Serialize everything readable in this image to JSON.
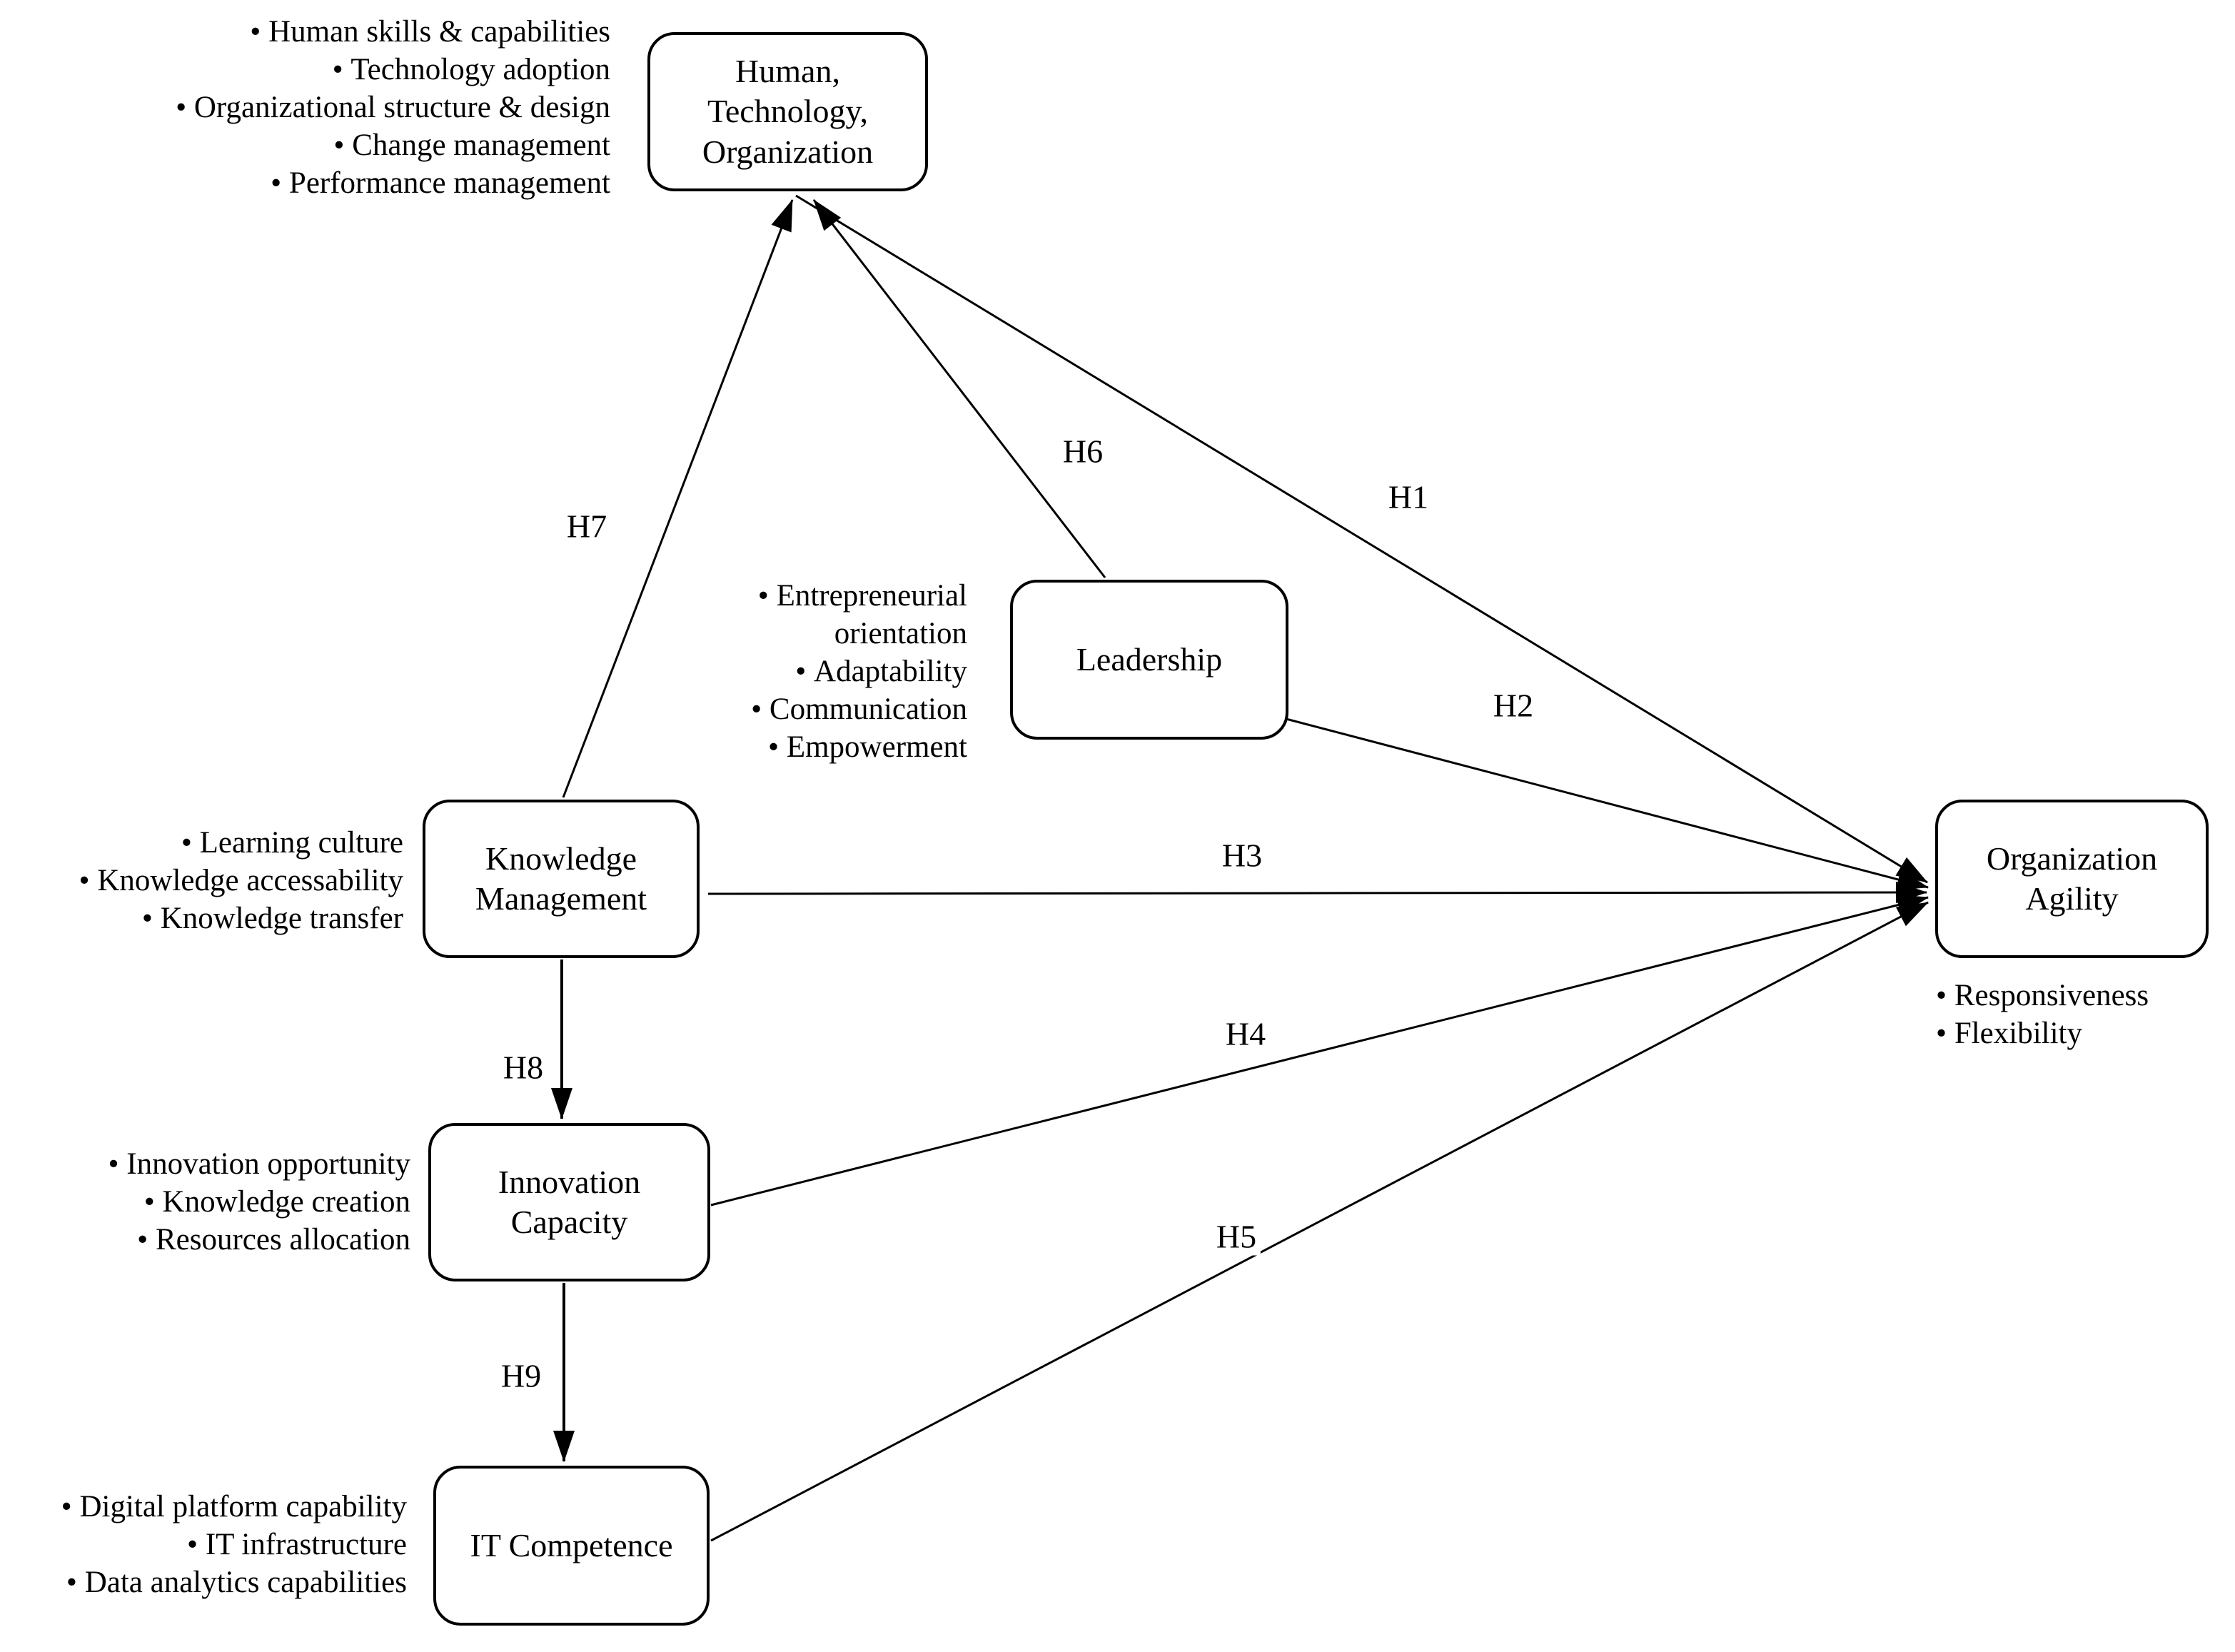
{
  "diagram": {
    "colors": {
      "ink": "#000000",
      "background": "#ffffff"
    },
    "nodes": {
      "hto": {
        "label": "Human,\nTechnology,\nOrganization"
      },
      "leadership": {
        "label": "Leadership"
      },
      "km": {
        "label": "Knowledge\nManagement"
      },
      "ic": {
        "label": "Innovation\nCapacity"
      },
      "it": {
        "label": "IT Competence"
      },
      "oa": {
        "label": "Organization\nAgility"
      }
    },
    "factor_lists": {
      "hto": [
        "Human skills & capabilities",
        "Technology adoption",
        "Organizational structure & design",
        "Change management",
        "Performance management"
      ],
      "leadership": [
        "Entrepreneurial orientation",
        "Adaptability",
        "Communication",
        "Empowerment"
      ],
      "km": [
        "Learning culture",
        "Knowledge accessability",
        "Knowledge transfer"
      ],
      "ic": [
        "Innovation opportunity",
        "Knowledge creation",
        "Resources allocation"
      ],
      "it": [
        "Digital platform capability",
        "IT infrastructure",
        "Data analytics capabilities"
      ],
      "oa": [
        "Responsiveness",
        "Flexibility"
      ]
    },
    "hypotheses": {
      "h1": "H1",
      "h2": "H2",
      "h3": "H3",
      "h4": "H4",
      "h5": "H5",
      "h6": "H6",
      "h7": "H7",
      "h8": "H8",
      "h9": "H9"
    }
  }
}
